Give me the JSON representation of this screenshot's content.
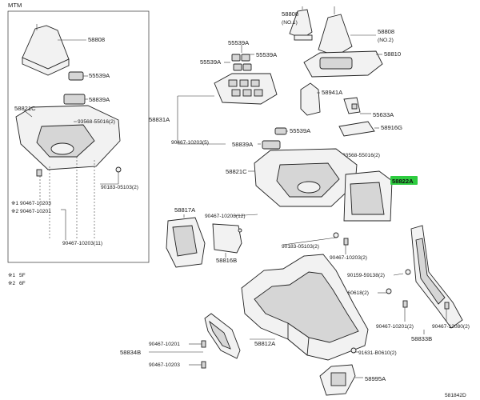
{
  "inset": {
    "title": "MTM",
    "notes": [
      {
        "mark": "※1",
        "text": "5F"
      },
      {
        "mark": "※2",
        "text": "6F"
      }
    ]
  },
  "labels": {
    "l58808_left": "58808",
    "l55539A_left": "55539A",
    "l58839A_left": "58839A",
    "l58821C_left": "58821C",
    "l93568_left": "93568-55016(2)",
    "l90183_left": "90183-05103(2)",
    "l90467_10203_m1": "※1 90467-10203",
    "l90467_10201_m2": "※2 90467-10201",
    "l90467_10203_11": "90467-10203(11)",
    "l58808_no1": "58808",
    "l58808_no1_note": "(NO.1)",
    "l58808_no2": "58808",
    "l58808_no2_note": "(NO.2)",
    "l55539A_a": "55539A",
    "l55539A_b": "55539A",
    "l55539A_c": "55539A",
    "l58810": "58810",
    "l58941A": "58941A",
    "l55633A": "55633A",
    "l58916G": "58916G",
    "l58831A": "58831A",
    "l90467_10203_5": "90467-10203(5)",
    "l58839A_right": "58839A",
    "l55539A_d": "55539A",
    "l93568_right": "93568-55016(2)",
    "l58821C_right": "58821C",
    "l58822A": "58822A",
    "l58817A": "58817A",
    "l90467_10203_12": "90467-10203(12)",
    "l58816B": "58816B",
    "l90183_right": "90183-05103(2)",
    "l90467_10203_2": "90467-10203(2)",
    "l90159": "90159-59138(2)",
    "l91635": "91635-60618(2)",
    "l90467_10201_2": "90467-10201(2)",
    "l90467_12080_2": "90467-12080(2)",
    "l58833B": "58833B",
    "l58834B": "58834B",
    "l90467_10201": "90467-10201",
    "l90467_10203_bottom": "90467-10203",
    "l58812A": "58812A",
    "l91631": "91631-B0610(2)",
    "l58995A": "58995A",
    "footer_code": "581842D"
  },
  "colors": {
    "highlight": "#2ecc40",
    "line": "#222222",
    "part_fill": "#f2f2f2"
  }
}
